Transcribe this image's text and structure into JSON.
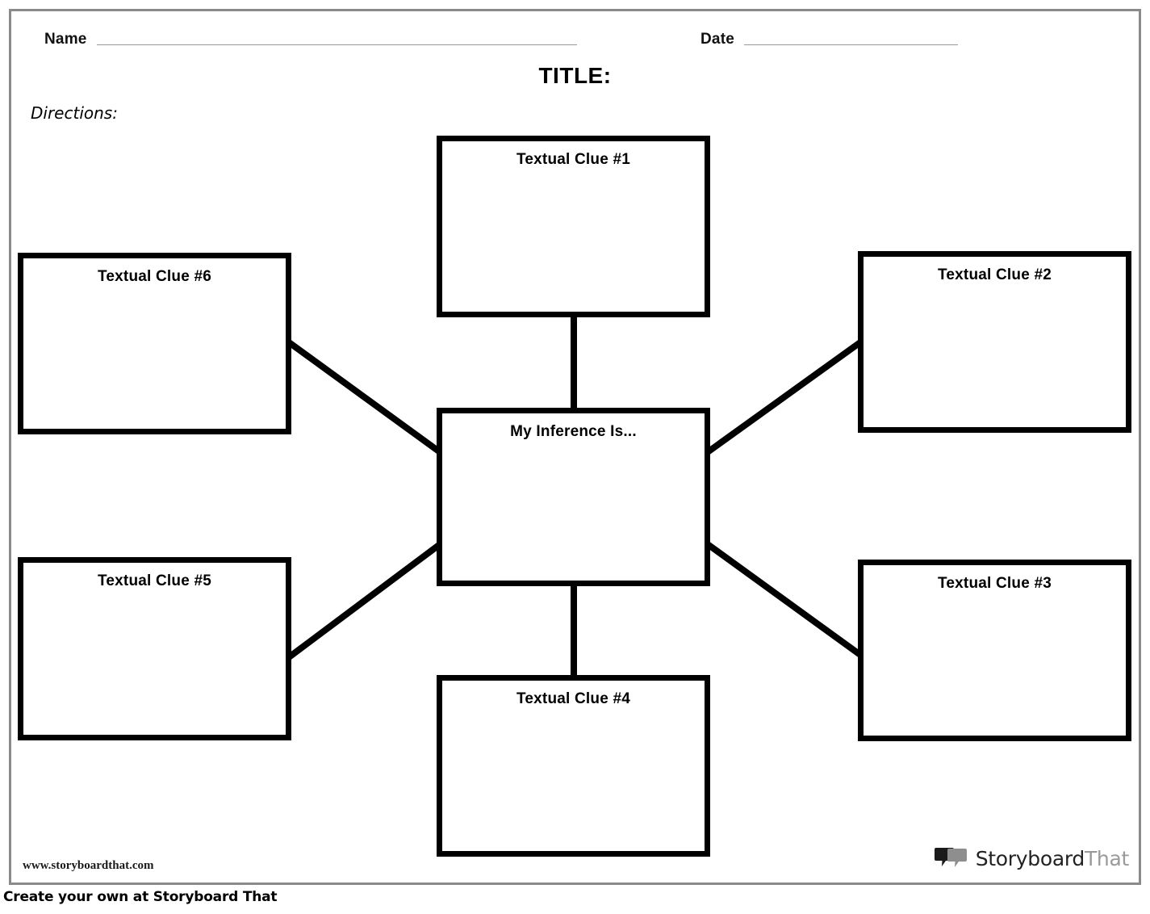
{
  "page": {
    "title": "TITLE:",
    "directions_label": "Directions:",
    "name_label": "Name",
    "name_value": "",
    "date_label": "Date",
    "date_value": ""
  },
  "diagram": {
    "center": {
      "id": "inference",
      "label": "My Inference Is...",
      "value": ""
    },
    "clues": [
      {
        "id": "clue-1",
        "label": "Textual Clue #1",
        "value": "",
        "position": "top"
      },
      {
        "id": "clue-2",
        "label": "Textual Clue #2",
        "value": "",
        "position": "upper-right"
      },
      {
        "id": "clue-3",
        "label": "Textual Clue #3",
        "value": "",
        "position": "lower-right"
      },
      {
        "id": "clue-4",
        "label": "Textual Clue #4",
        "value": "",
        "position": "bottom"
      },
      {
        "id": "clue-5",
        "label": "Textual Clue #5",
        "value": "",
        "position": "lower-left"
      },
      {
        "id": "clue-6",
        "label": "Textual Clue #6",
        "value": "",
        "position": "upper-left"
      }
    ]
  },
  "footer": {
    "url": "www.storyboardthat.com",
    "logo_icon": "speech-bubbles-icon",
    "logo_text_dark": "Storyboard",
    "logo_text_gray": "That",
    "promo": "Create your own at Storyboard That"
  },
  "colors": {
    "box_border": "#000000",
    "page_border": "#8a8a8a",
    "rule": "#999999",
    "logo_dark": "#222222",
    "logo_gray": "#9a9a9a",
    "background": "#ffffff"
  }
}
